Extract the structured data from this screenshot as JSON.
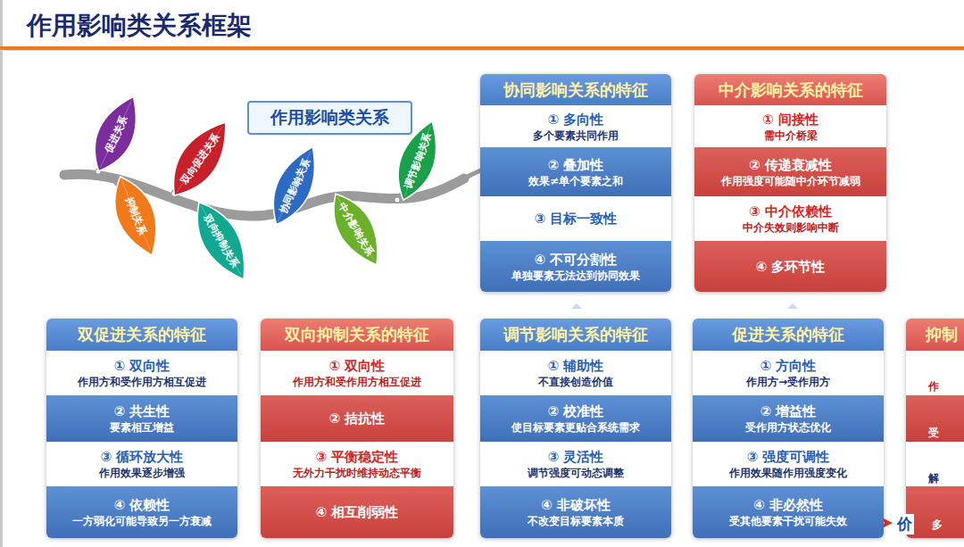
{
  "diagram": {
    "title": "作用影响类关系框架",
    "nodes": [
      {
        "text": [
          "作用影响类关系"
        ]
      },
      {
        "text": [
          "促进关系"
        ]
      },
      {
        "text": [
          "抑制关系"
        ]
      },
      {
        "text": [
          "双向促进关系"
        ]
      },
      {
        "text": [
          "双向抑制关系"
        ]
      },
      {
        "text": [
          "协同影响关系"
        ]
      },
      {
        "text": [
          "中介影响关系"
        ]
      },
      {
        "text": [
          "调节影响关系"
        ]
      },
      {
        "text": [
          "协同影响关系的特征"
        ]
      },
      {
        "text": [
          "① 多向性",
          "多个要素共同作用"
        ],
        "in": 8
      },
      {
        "text": [
          "② 叠加性",
          "效果≠单个要素之和"
        ],
        "in": 8
      },
      {
        "text": [
          "③ 目标一致性"
        ],
        "in": 8
      },
      {
        "text": [
          "④ 不可分割性",
          "单独要素无法达到协同效果"
        ],
        "in": 8
      },
      {
        "text": [
          "中介影响关系的特征"
        ]
      },
      {
        "text": [
          "① 间接性",
          "需中介桥梁"
        ],
        "in": 13
      },
      {
        "text": [
          "② 传递衰减性",
          "作用强度可能随中介环节减弱"
        ],
        "in": 13
      },
      {
        "text": [
          "③ 中介依赖性",
          "中介失效则影响中断"
        ],
        "in": 13
      },
      {
        "text": [
          "④ 多环节性"
        ],
        "in": 13
      },
      {
        "text": [
          "双促进关系的特征"
        ]
      },
      {
        "text": [
          "① 双向性",
          "作用方和受作用方相互促进"
        ],
        "in": 18
      },
      {
        "text": [
          "② 共生性",
          "要素相互增益"
        ],
        "in": 18
      },
      {
        "text": [
          "③ 循环放大性",
          "作用效果逐步增强"
        ],
        "in": 18
      },
      {
        "text": [
          "④ 依赖性",
          "一方弱化可能导致另一方衰减"
        ],
        "in": 18
      },
      {
        "text": [
          "双向抑制关系的特征"
        ]
      },
      {
        "text": [
          "① 双向性",
          "作用方和受作用方相互促进"
        ],
        "in": 23
      },
      {
        "text": [
          "② 拮抗性"
        ],
        "in": 23
      },
      {
        "text": [
          "③ 平衡稳定性",
          "无外力干扰时维持动态平衡"
        ],
        "in": 23
      },
      {
        "text": [
          "④ 相互削弱性"
        ],
        "in": 23
      },
      {
        "text": [
          "调节影响关系的特征"
        ]
      },
      {
        "text": [
          "① 辅助性",
          "不直接创造价值"
        ],
        "in": 28
      },
      {
        "text": [
          "② 校准性",
          "使目标要素更贴合系统需求"
        ],
        "in": 28
      },
      {
        "text": [
          "③ 灵活性",
          "调节强度可动态调整"
        ],
        "in": 28
      },
      {
        "text": [
          "④ 非破坏性",
          "不改变目标要素本质"
        ],
        "in": 28
      },
      {
        "text": [
          "促进关系的特征"
        ]
      },
      {
        "text": [
          "① 方向性",
          "作用方→受作用方"
        ],
        "in": 33
      },
      {
        "text": [
          "② 增益性",
          "受作用方状态优化"
        ],
        "in": 33
      },
      {
        "text": [
          "③ 强度可调性",
          "作用效果随作用强度变化"
        ],
        "in": 33
      },
      {
        "text": [
          "④ 非必然性",
          "受其他要素干扰可能失效"
        ],
        "in": 33
      },
      {
        "text": [
          "抑制"
        ]
      }
    ],
    "labels": [
      "作",
      "受",
      "解",
      "多",
      "价"
    ]
  }
}
